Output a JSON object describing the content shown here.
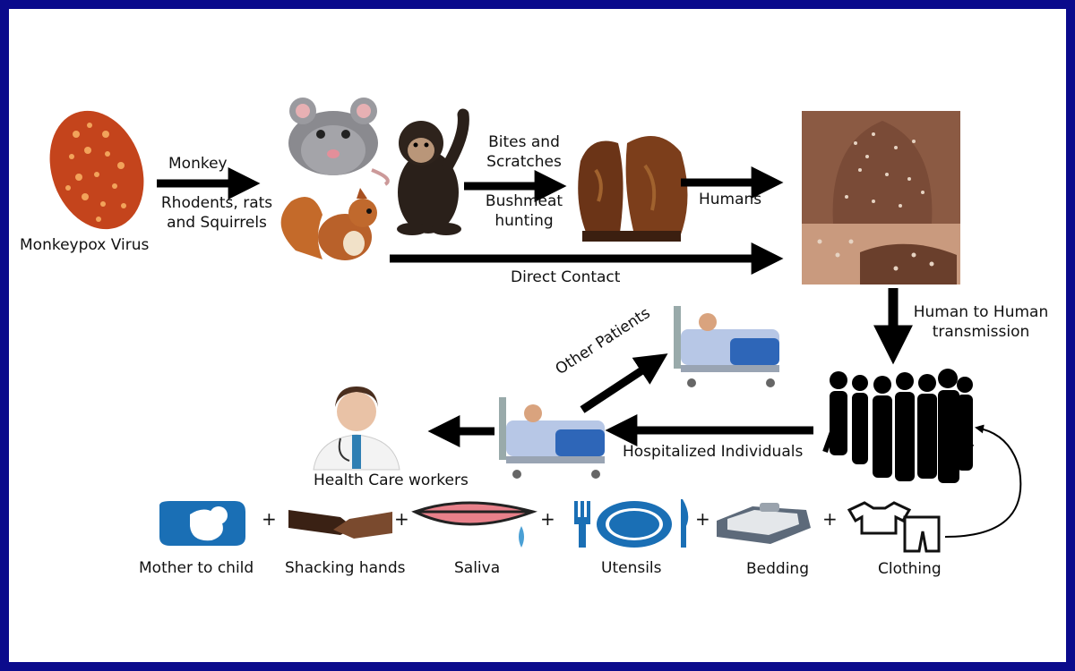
{
  "labels": {
    "virus": "Monkeypox Virus",
    "monkey": "Monkey",
    "rodents_line1": "Rhodents, rats",
    "rodents_line2": "and Squirrels",
    "bites_line1": "Bites and",
    "bites_line2": "Scratches",
    "bushmeat_line1": "Bushmeat",
    "bushmeat_line2": "hunting",
    "humans": "Humans",
    "direct_contact": "Direct Contact",
    "h2h_line1": "Human to Human",
    "h2h_line2": "transmission",
    "other_patients": "Other Patients",
    "hospitalized": "Hospitalized Individuals",
    "health_care": "Health Care workers",
    "mother_child": "Mother to child",
    "shaking_hands": "Shacking hands",
    "saliva": "Saliva",
    "utensils": "Utensils",
    "bedding": "Bedding",
    "clothing": "Clothing",
    "plus": "+"
  },
  "colors": {
    "border": "#0b0b8c",
    "arrow": "#000000",
    "accent_blue": "#1a6fb5",
    "lips": "#e8808a",
    "virus": "#c4441c"
  },
  "icons": [
    "virus-icon",
    "rat-icon",
    "squirrel-icon",
    "chimpanzee-icon",
    "bushmeat-icon",
    "skin-rash-icon",
    "crowd-icon",
    "hospital-bed-icon",
    "doctor-icon",
    "fetus-icon",
    "handshake-icon",
    "lips-icon",
    "utensils-icon",
    "bedding-icon",
    "clothing-icon"
  ]
}
